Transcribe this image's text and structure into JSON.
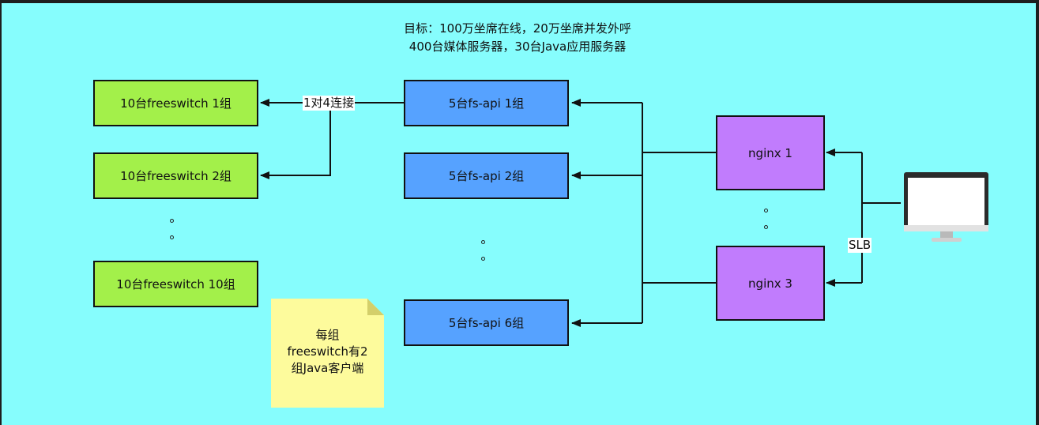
{
  "header": {
    "line1": "目标：100万坐席在线，20万坐席并发外呼",
    "line2": "400台媒体服务器，30台Java应用服务器"
  },
  "freeswitch_groups": [
    {
      "label": "10台freeswitch  1组"
    },
    {
      "label": "10台freeswitch  2组"
    },
    {
      "label": "10台freeswitch  10组"
    }
  ],
  "fs_api_groups": [
    {
      "label": "5台fs-api  1组"
    },
    {
      "label": "5台fs-api  2组"
    },
    {
      "label": "5台fs-api  6组"
    }
  ],
  "nginx_nodes": [
    {
      "label": "nginx 1"
    },
    {
      "label": "nginx 3"
    }
  ],
  "edge_labels": {
    "one_to_four": "1对4连接",
    "slb": "SLB"
  },
  "note": {
    "text": "每组\nfreeswitch有2\n组Java客户端"
  },
  "icons": {
    "client": "desktop-monitor-icon"
  },
  "colors": {
    "background": "#86fdfd",
    "freeswitch": "#a3f04a",
    "fs_api": "#56a2ff",
    "nginx": "#c17cfd",
    "note": "#fdfb9c"
  }
}
